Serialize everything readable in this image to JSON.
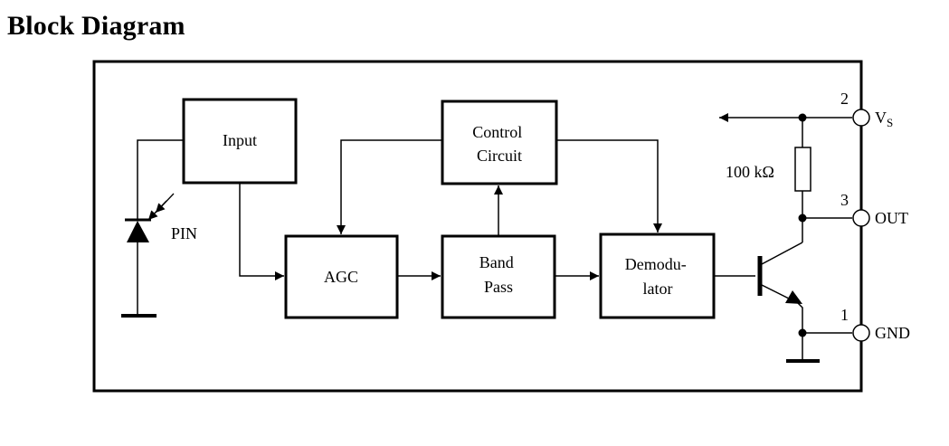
{
  "title": "Block Diagram",
  "blocks": {
    "input": [
      "Input"
    ],
    "control": [
      "Control",
      "Circuit"
    ],
    "agc": [
      "AGC"
    ],
    "bandpass": [
      "Band",
      "Pass"
    ],
    "demod": [
      "Demodu-",
      "lator"
    ]
  },
  "labels": {
    "pin": "PIN",
    "resistor": "100 kΩ"
  },
  "pins": [
    {
      "number": "2",
      "name": "V",
      "sub": "S"
    },
    {
      "number": "3",
      "name": "OUT"
    },
    {
      "number": "1",
      "name": "GND"
    }
  ]
}
